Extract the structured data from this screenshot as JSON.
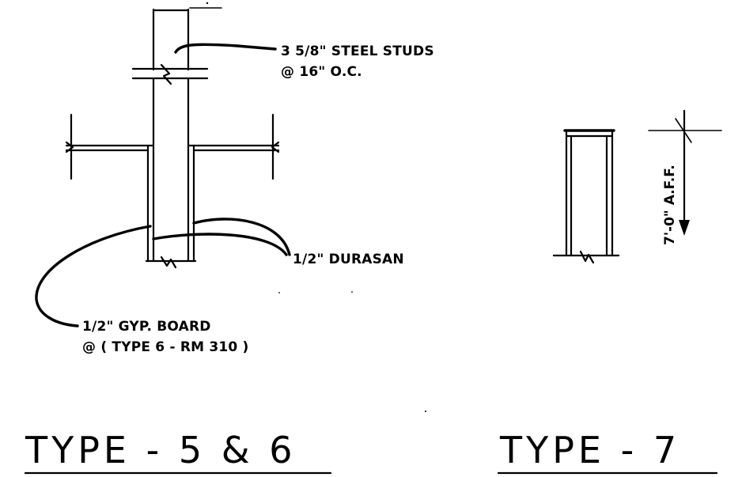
{
  "labels": {
    "steel_studs_line1": "3 5/8\" STEEL STUDS",
    "steel_studs_line2": "@ 16\" O.C.",
    "durasan": "1/2\" DURASAN",
    "gyp_board_line1": "1/2\" GYP. BOARD",
    "gyp_board_line2": "@ ( TYPE 6 - RM 310 )",
    "height_dim": "7'-0\" A.F.F."
  },
  "titles": {
    "left": "TYPE - 5 & 6",
    "right": "TYPE - 7"
  }
}
